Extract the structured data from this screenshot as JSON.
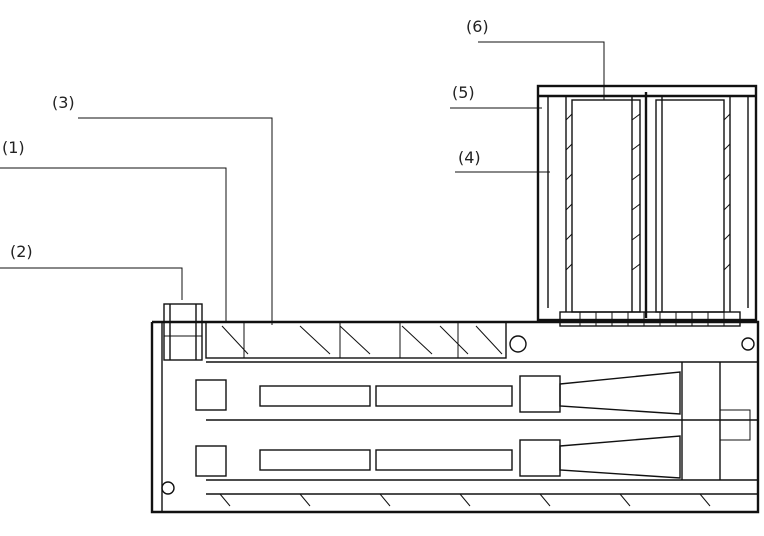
{
  "callouts": [
    {
      "id": "c1",
      "label": "(1)"
    },
    {
      "id": "c2",
      "label": "(2)"
    },
    {
      "id": "c3",
      "label": "(3)"
    },
    {
      "id": "c4",
      "label": "(4)"
    },
    {
      "id": "c5",
      "label": "(5)"
    },
    {
      "id": "c6",
      "label": "(6)"
    }
  ],
  "colors": {
    "line": "#111111",
    "text": "#222222",
    "background": "#ffffff"
  }
}
